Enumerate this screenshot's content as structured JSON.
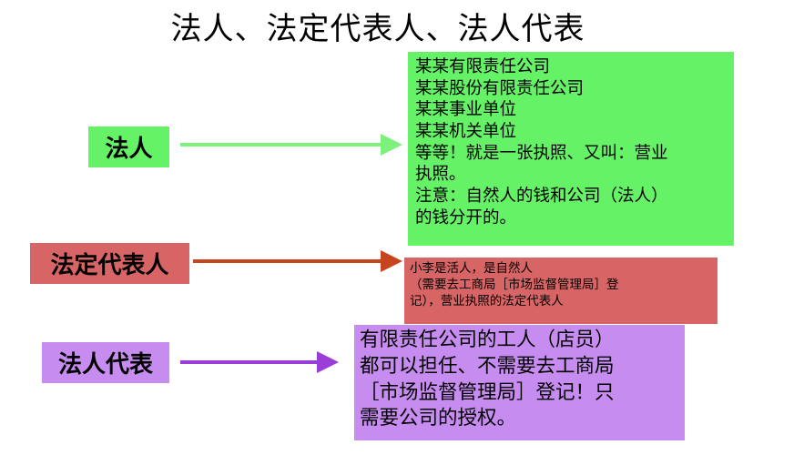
{
  "title": "法人、法定代表人、法人代表",
  "colors": {
    "green": "#66f266",
    "red": "#d86565",
    "purple": "#c78cf0",
    "arrow_green": "#7cf27c",
    "arrow_red": "#c6451e",
    "arrow_purple": "#9b3ed8"
  },
  "rows": [
    {
      "label": "法人",
      "lines": [
        "某某有限责任公司",
        "某某股份有限责任公司",
        "某某事业单位",
        "某某机关单位",
        "等等！就是一张执照、又叫：营业",
        "执照。",
        "注意：自然人的钱和公司（法人）",
        "的钱分开的。"
      ]
    },
    {
      "label": "法定代表人",
      "lines": [
        "小李是活人，是自然人",
        "（需要去工商局［市场监督管理局］登",
        "记），营业执照的法定代表人"
      ]
    },
    {
      "label": "法人代表",
      "lines": [
        "有限责任公司的工人（店员）",
        "都可以担任、不需要去工商局",
        "［市场监督管理局］登记！只",
        "需要公司的授权。"
      ]
    }
  ]
}
